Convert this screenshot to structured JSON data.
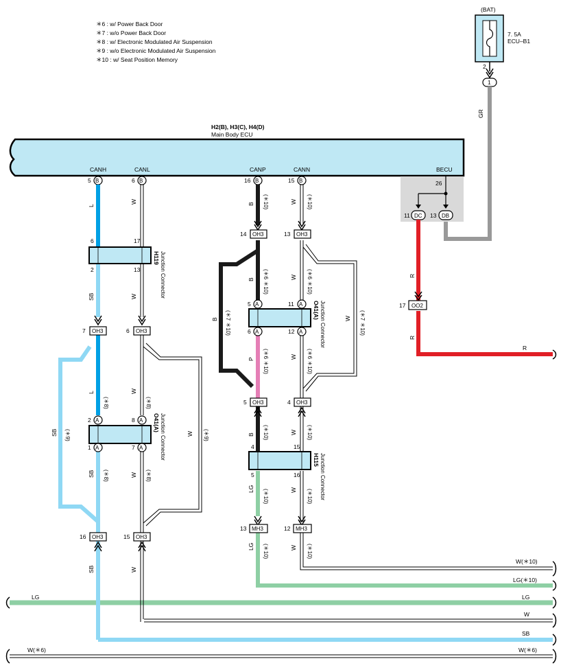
{
  "notes": [
    "＊6 : w/ Power Back Door",
    "＊7 : w/o Power Back Door",
    "＊8 : w/ Electronic Modulated Air Suspension",
    "＊9 : w/o Electronic Modulated Air Suspension",
    "＊10 : w/ Seat Position Memory"
  ],
  "fuse": {
    "source": "(BAT)",
    "rating": "7. 5A",
    "name": "ECU–B1",
    "pin": "2",
    "connector_pin": "1",
    "wire": "GR"
  },
  "ecu": {
    "codes": "H2(B), H3(C), H4(D)",
    "name": "Main Body ECU",
    "terminals": [
      {
        "label": "CANH",
        "pin": "5",
        "conn": "B"
      },
      {
        "label": "CANL",
        "pin": "6",
        "conn": "B"
      },
      {
        "label": "CANP",
        "pin": "16",
        "conn": "B"
      },
      {
        "label": "CANN",
        "pin": "15",
        "conn": "B"
      },
      {
        "label": "BECU",
        "pin": "26",
        "conn": ""
      }
    ],
    "dc": {
      "pin": "11",
      "conn": "DC"
    },
    "db": {
      "pin": "13",
      "conn": "DB"
    }
  },
  "connectors": {
    "oh3": "OH3",
    "mh3": "MH3",
    "oo2": "OO2",
    "a": "A",
    "h119": {
      "code": "H119",
      "name": "Junction Connector"
    },
    "o41": {
      "code": "O41(A)",
      "name": "Junction Connector"
    },
    "h115": {
      "code": "H115",
      "name": "Junction Connector"
    }
  },
  "pins": {
    "p14": "14",
    "p13": "13",
    "p6": "6",
    "p17": "17",
    "p2": "2",
    "p7": "7",
    "p5": "5",
    "p11": "11",
    "p12": "12",
    "p4": "4",
    "p8": "8",
    "p1": "1",
    "p15": "15",
    "p16": "16",
    "p17b": "17"
  },
  "wires": {
    "L": "L",
    "W": "W",
    "B": "B",
    "SB": "SB",
    "P": "P",
    "LG": "LG",
    "R": "R",
    "GR": "GR"
  },
  "conditions": {
    "c10": "(＊10)",
    "c6_10": "(＊6 ＊10)",
    "c7_10": "(＊7 ＊10)",
    "c8": "(＊8)",
    "c9": "(＊9)"
  },
  "right_labels": {
    "r": "R",
    "w10": "W(＊10)",
    "lg10": "LG(＊10)",
    "lg": "LG",
    "w": "W",
    "sb": "SB",
    "w6": "W(＊6)"
  },
  "left_labels": {
    "lg": "LG",
    "w6": "W(＊6)"
  }
}
